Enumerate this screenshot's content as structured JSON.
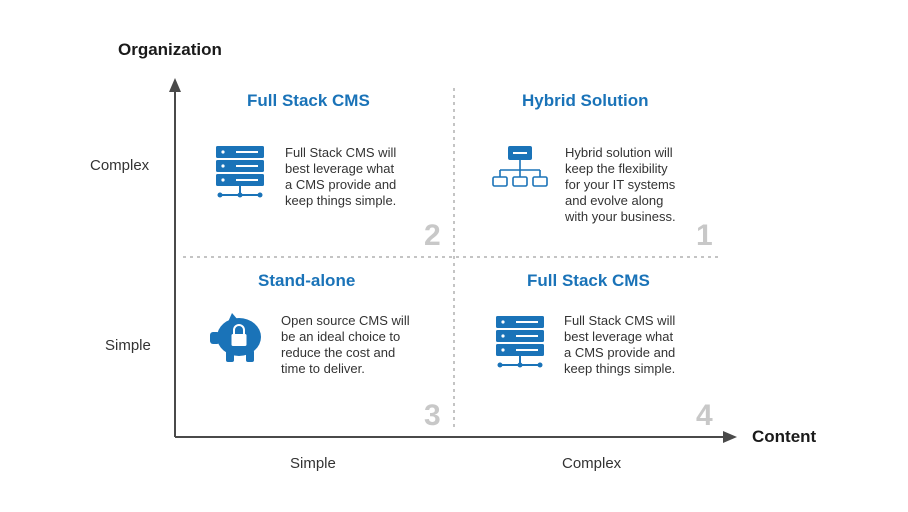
{
  "axes": {
    "y_title": "Organization",
    "x_title": "Content",
    "y_ticks": [
      "Complex",
      "Simple"
    ],
    "x_ticks": [
      "Simple",
      "Complex"
    ]
  },
  "colors": {
    "accent": "#1a73b8",
    "number": "#c8c8c8",
    "axis": "#4a4a4a",
    "divider": "#b0b0b0"
  },
  "quadrants": [
    {
      "title": "Full Stack CMS",
      "lines": [
        "Full Stack CMS will",
        "best leverage what",
        "a CMS provide and",
        "keep things simple."
      ],
      "number": "2",
      "icon": "server-stack-icon"
    },
    {
      "title": "Hybrid Solution",
      "lines": [
        "Hybrid solution will",
        "keep the flexibility",
        "for your IT systems",
        "and evolve along",
        "with your business."
      ],
      "number": "1",
      "icon": "hierarchy-icon"
    },
    {
      "title": "Stand-alone",
      "lines": [
        "Open source CMS will",
        "be an ideal choice to",
        "reduce the cost and",
        "time to deliver."
      ],
      "number": "3",
      "icon": "piggy-bank-icon"
    },
    {
      "title": "Full Stack CMS",
      "lines": [
        "Full Stack CMS will",
        "best leverage what",
        "a CMS provide and",
        "keep things simple."
      ],
      "number": "4",
      "icon": "server-stack-icon"
    }
  ]
}
